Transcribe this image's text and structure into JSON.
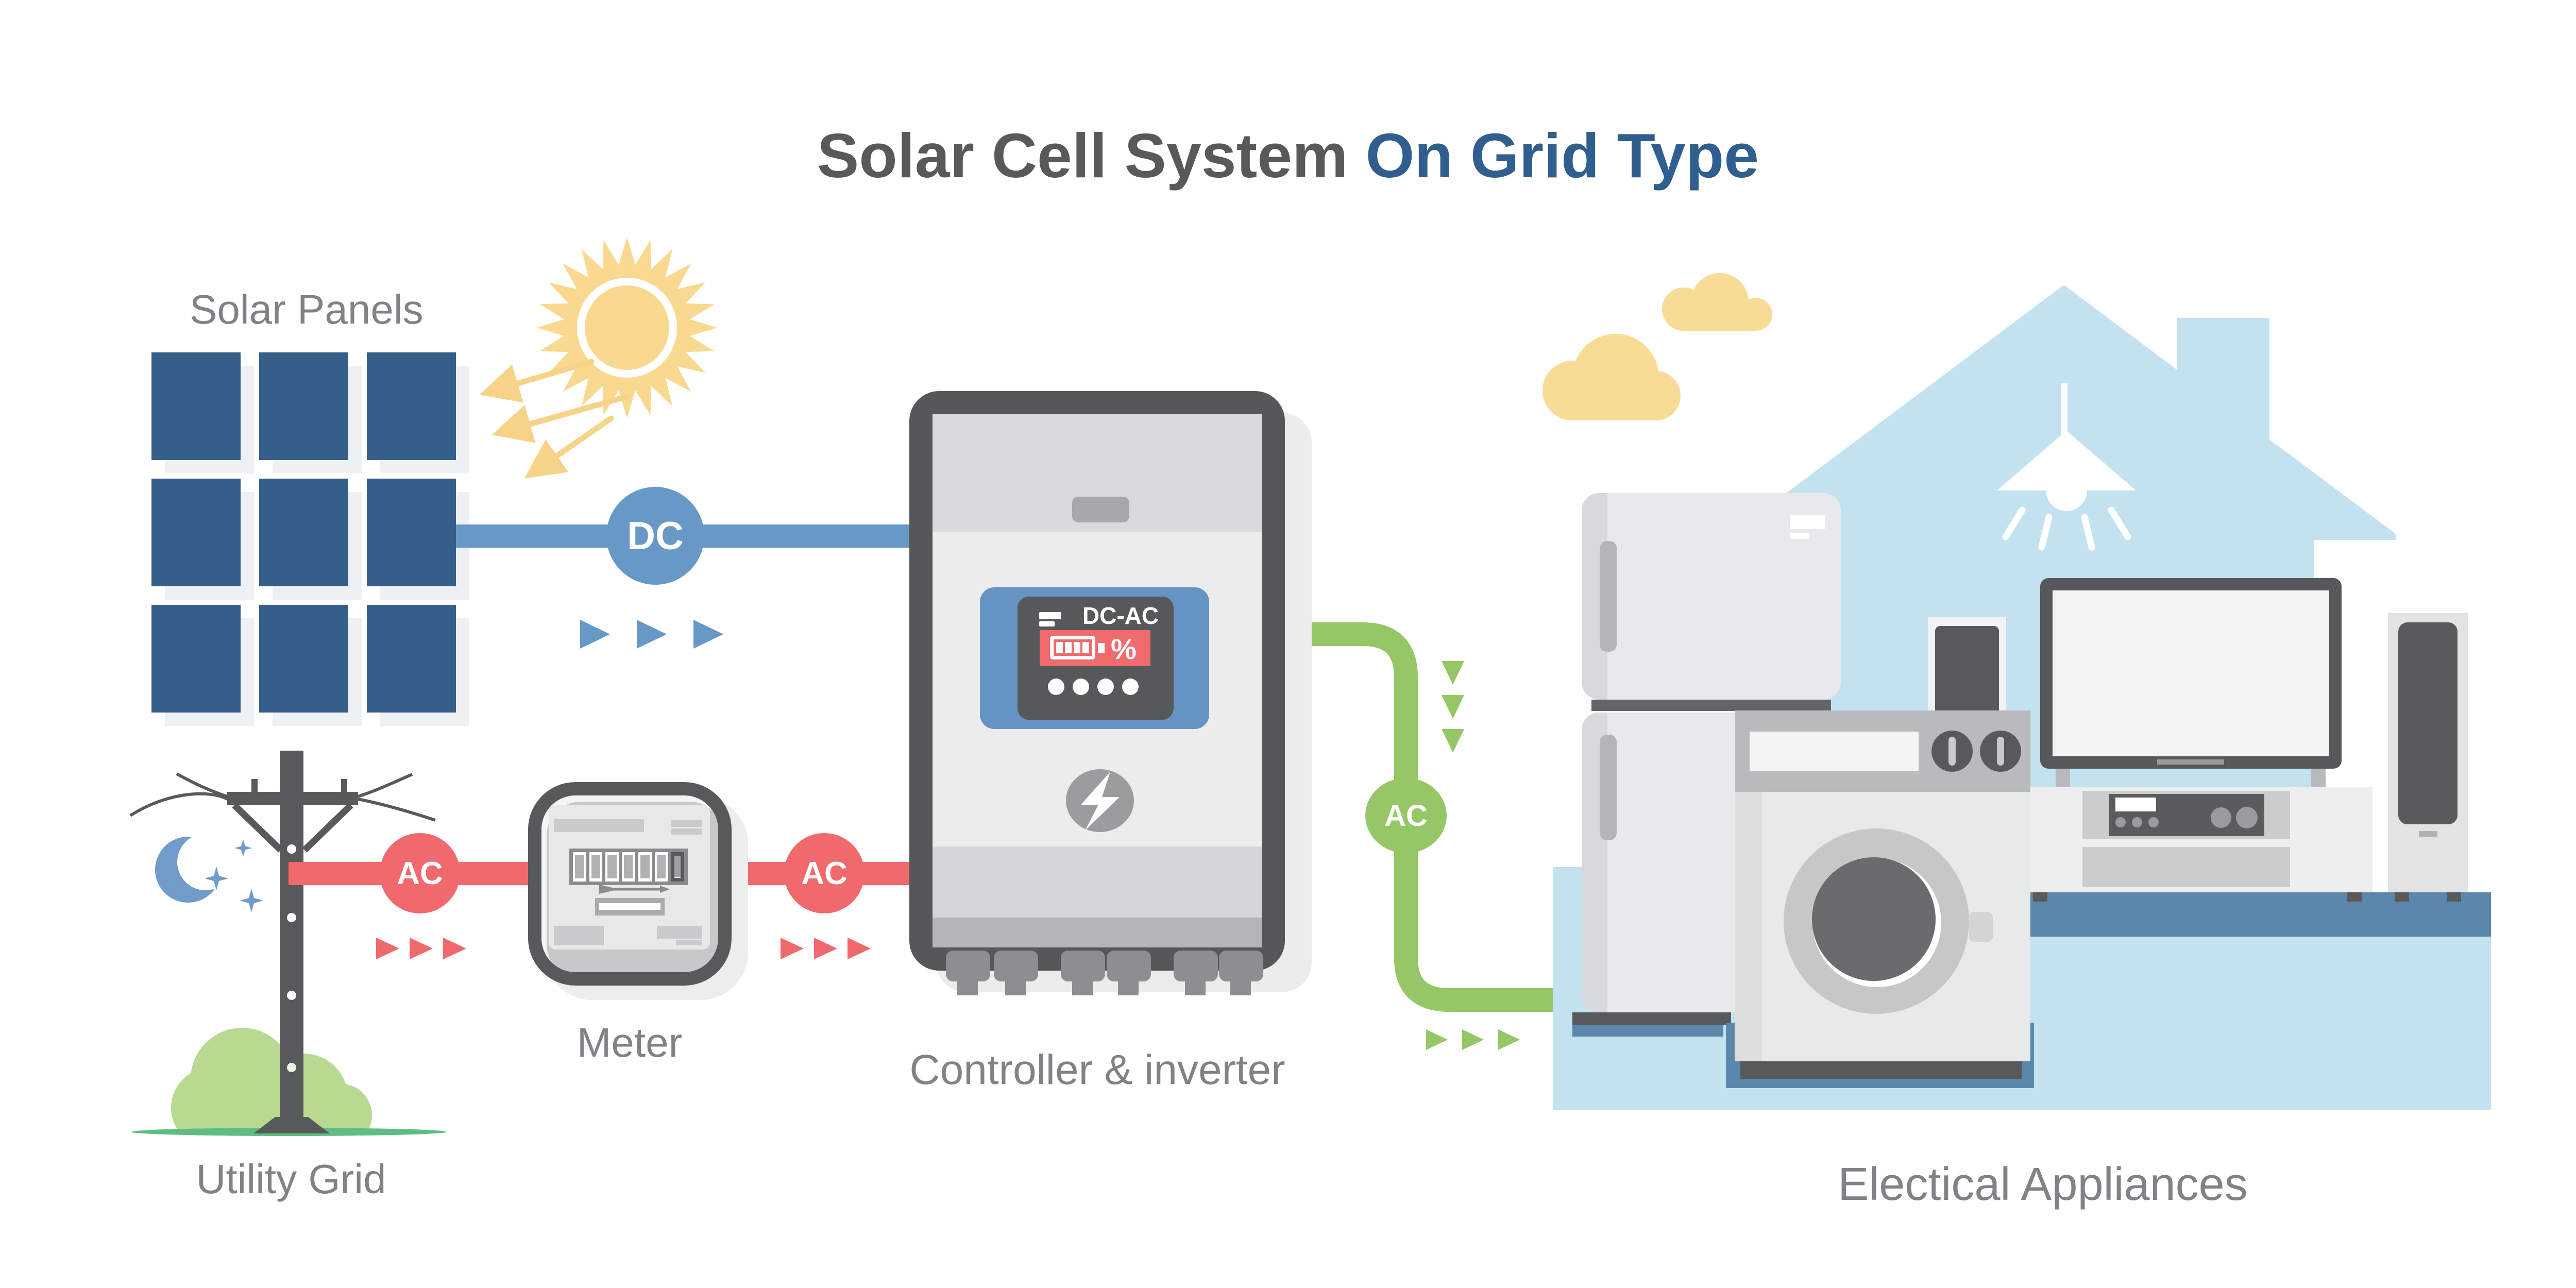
{
  "title": {
    "part1": "Solar Cell System ",
    "part2": "On Grid Type"
  },
  "labels": {
    "solar_panels": "Solar Panels",
    "utility_grid": "Utility Grid",
    "meter": "Meter",
    "inverter": "Controller & inverter",
    "appliances": "Electical Appliances"
  },
  "badges": {
    "dc": "DC",
    "ac_utility": "AC",
    "ac_meter": "AC",
    "ac_output": "AC"
  },
  "inverter_display": {
    "mode_label": "DC-AC",
    "percent_label": "%"
  },
  "colors": {
    "dc_blue": "#6798C6",
    "ac_red": "#F0696C",
    "ac_green": "#96C766",
    "panel_blue": "#355F88",
    "house_blue": "#C3E2F0",
    "shelf_blue": "#5B87AB",
    "sun_yellow": "#F8D98F",
    "cloud_yellow": "#F8DC96",
    "title_gray": "#58595B",
    "title_blue": "#2F5E8F",
    "label_gray": "#808285",
    "dark_gray": "#58595B"
  },
  "icons": [
    "sun-icon",
    "crescent-moon-icon",
    "star-icon",
    "cloud-icon",
    "power-pole-icon",
    "bush-icon",
    "lightning-bolt-icon",
    "battery-icon",
    "pendant-lamp-icon",
    "meter-register-icon"
  ]
}
